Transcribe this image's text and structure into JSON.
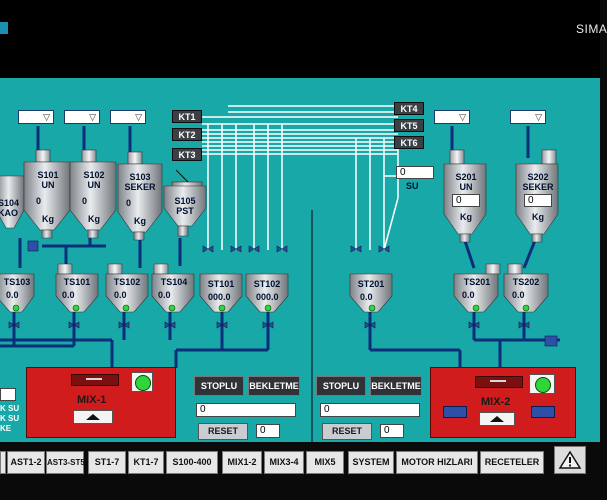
{
  "window": {
    "brand": "SIMA"
  },
  "dropdowns": [
    "",
    "",
    "",
    "",
    "",
    ""
  ],
  "kt_buttons": [
    "KT1",
    "KT2",
    "KT3",
    "KT4",
    "KT5",
    "KT6"
  ],
  "silos": [
    {
      "id": "S104",
      "material": "KAO",
      "value": ""
    },
    {
      "id": "S101",
      "material": "UN",
      "value": "0",
      "unit": "Kg"
    },
    {
      "id": "S102",
      "material": "UN",
      "value": "0",
      "unit": "Kg"
    },
    {
      "id": "S103",
      "material": "SEKER",
      "value": "0",
      "unit": "Kg"
    },
    {
      "id": "S105",
      "material": "PST",
      "value": ""
    },
    {
      "id": "S201",
      "material": "UN",
      "value": "0",
      "unit": "Kg"
    },
    {
      "id": "S202",
      "material": "SEKER",
      "value": "0",
      "unit": "Kg"
    }
  ],
  "scale_tanks": [
    {
      "id": "TS103",
      "value": "0.0"
    },
    {
      "id": "TS101",
      "value": "0.0"
    },
    {
      "id": "TS102",
      "value": "0.0"
    },
    {
      "id": "TS104",
      "value": "0.0"
    },
    {
      "id": "ST101",
      "value": "000.0"
    },
    {
      "id": "ST102",
      "value": "000.0"
    },
    {
      "id": "ST201",
      "value": "0.0"
    },
    {
      "id": "TS201",
      "value": "0.0"
    },
    {
      "id": "TS202",
      "value": "0.0"
    }
  ],
  "water": {
    "value": "0",
    "label": "SU"
  },
  "left_side_labels": [
    "K SU",
    "K SU",
    "KE"
  ],
  "mixers": [
    {
      "name": "MIX-1"
    },
    {
      "name": "MIX-2"
    }
  ],
  "controls": {
    "left": {
      "stoplu": "STOPLU",
      "bekletme": "BEKLETME",
      "value": "0",
      "reset": "RESET",
      "reset_value": "0"
    },
    "right": {
      "stoplu": "STOPLU",
      "bekletme": "BEKLETME",
      "value": "0",
      "reset": "RESET",
      "reset_value": "0"
    }
  },
  "nav": [
    "",
    "AST1-2",
    "AST3-ST5",
    "ST1-7",
    "KT1-7",
    "S100-400",
    "MIX1-2",
    "MIX3-4",
    "MIX5",
    "SYSTEM",
    "MOTOR HIZLARI",
    "RECETELER"
  ],
  "colors": {
    "background": "#19a8a8",
    "pipe": "#0b2e7a",
    "mixer": "#d01c1c",
    "status_green": "#2fd63a"
  }
}
